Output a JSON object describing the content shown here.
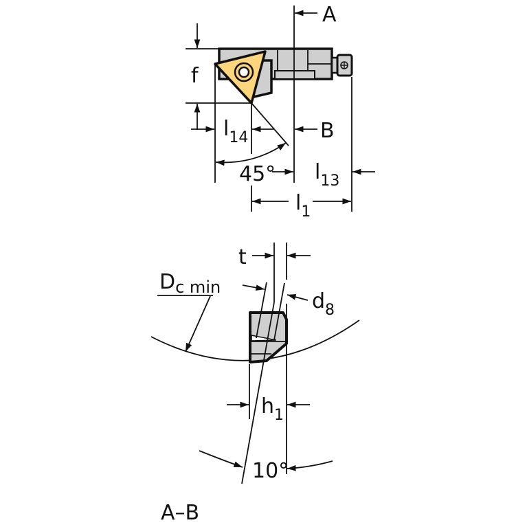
{
  "diagram": {
    "type": "technical-drawing",
    "subject": "boring bar tool holder with triangular insert",
    "colors": {
      "insert": "#fdd57c",
      "body": "#cfcfcf",
      "line": "#111111",
      "background": "#ffffff"
    },
    "top_view": {
      "section_marks": [
        {
          "id": "A",
          "label": "A"
        },
        {
          "id": "B",
          "label": "B"
        }
      ],
      "dimensions": {
        "f": {
          "label": "f"
        },
        "l14": {
          "base": "l",
          "sub": "14"
        },
        "angle": {
          "label": "45°"
        },
        "l13": {
          "base": "l",
          "sub": "13"
        },
        "l1": {
          "base": "l",
          "sub": "1"
        }
      }
    },
    "section_view": {
      "title": "A–B",
      "dimensions": {
        "t": {
          "label": "t"
        },
        "dc_min": {
          "base": "D",
          "sub": "c min"
        },
        "d8": {
          "base": "d",
          "sub": "8"
        },
        "h1": {
          "base": "h",
          "sub": "1"
        },
        "angle": {
          "label": "10°"
        }
      }
    }
  }
}
